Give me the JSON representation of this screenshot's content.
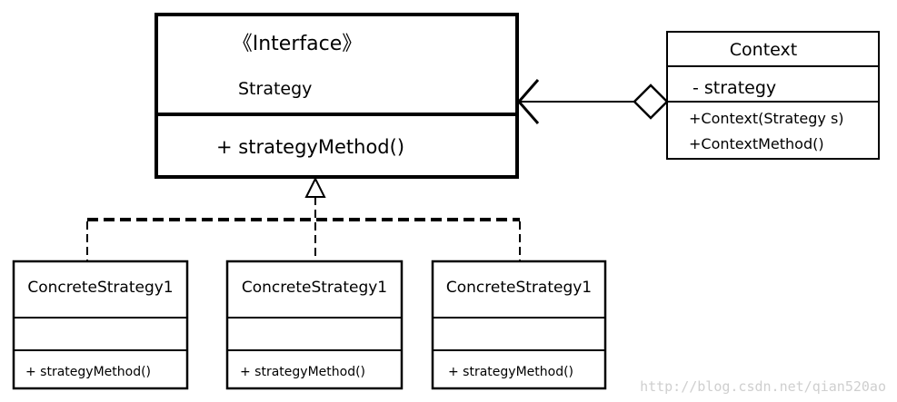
{
  "interface": {
    "stereotype": "《Interface》",
    "name": "Strategy",
    "method": "+ strategyMethod()"
  },
  "context": {
    "name": "Context",
    "attribute": "- strategy",
    "methods": [
      "+Context(Strategy s)",
      "+ContextMethod()"
    ]
  },
  "concrete_strategies": [
    {
      "name": "ConcreteStrategy1",
      "method": "+ strategyMethod()"
    },
    {
      "name": "ConcreteStrategy1",
      "method": "+ strategyMethod()"
    },
    {
      "name": "ConcreteStrategy1",
      "method": "+ strategyMethod()"
    }
  ],
  "watermark": "http://blog.csdn.net/qian520ao",
  "colors": {
    "stroke": "#000000",
    "background": "#ffffff",
    "watermark": "#cfcfcf"
  }
}
